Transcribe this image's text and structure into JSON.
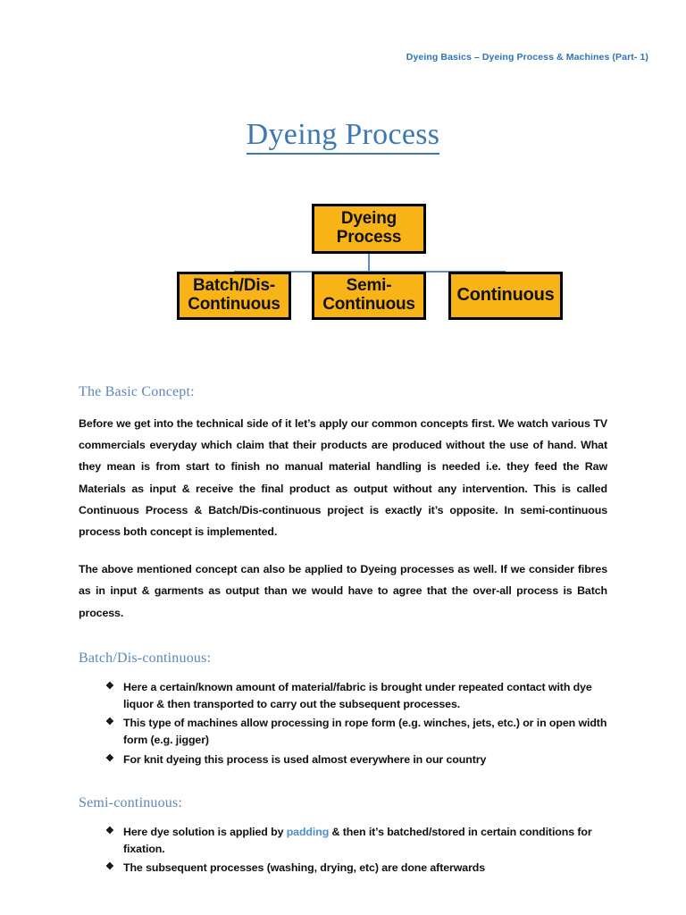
{
  "header": {
    "running_title": "Dyeing Basics – Dyeing Process & Machines (Part- 1)",
    "color": "#2f74b5"
  },
  "title": {
    "text": "Dyeing Process",
    "color": "#3c78b4"
  },
  "diagram": {
    "type": "hierarchy",
    "node_fill": "#f8b317",
    "node_border": "#000000",
    "connector_color": "#5b8fc1",
    "root": {
      "label": "Dyeing\nProcess",
      "line1": "Dyeing",
      "line2": "Process"
    },
    "children": [
      {
        "line1": "Batch/Dis-",
        "line2": "Continuous"
      },
      {
        "line1": "Semi-",
        "line2": "Continuous"
      },
      {
        "line1": "Continuous",
        "line2": ""
      }
    ]
  },
  "sections": [
    {
      "heading": "The Basic Concept:",
      "paragraphs": [
        "Before we get into the technical side of it let’s apply our common concepts first. We watch various TV commercials everyday which claim that their products are produced without the use of hand. What they mean is from start to finish no manual material handling is needed i.e. they feed the Raw Materials as input & receive the final product as output without any intervention. This is called Continuous Process & Batch/Dis-continuous project is exactly it’s opposite. In semi-continuous process both concept is implemented.",
        "The above mentioned concept can also be applied to Dyeing processes as well. If we consider fibres as in input & garments as output than we would have to agree that the over-all process is Batch process."
      ]
    },
    {
      "heading": "Batch/Dis-continuous:",
      "bullets": [
        "Here a certain/known amount of material/fabric is brought under repeated contact with dye liquor & then transported to carry out the subsequent processes.",
        "This type of machines allow processing in rope form (e.g. winches, jets, etc.) or in open width form (e.g. jigger)",
        "For knit dyeing this process is used almost everywhere in our country"
      ]
    },
    {
      "heading": "Semi-continuous:",
      "bullets_rich": [
        {
          "before": "Here dye solution is applied by ",
          "link": "padding",
          "after": " & then it’s batched/stored in certain conditions for fixation."
        },
        {
          "before": "The subsequent processes (washing, drying, etc) are done afterwards",
          "link": "",
          "after": ""
        }
      ]
    }
  ],
  "bullet_glyph": "❖",
  "link_color": "#4f8ecb"
}
